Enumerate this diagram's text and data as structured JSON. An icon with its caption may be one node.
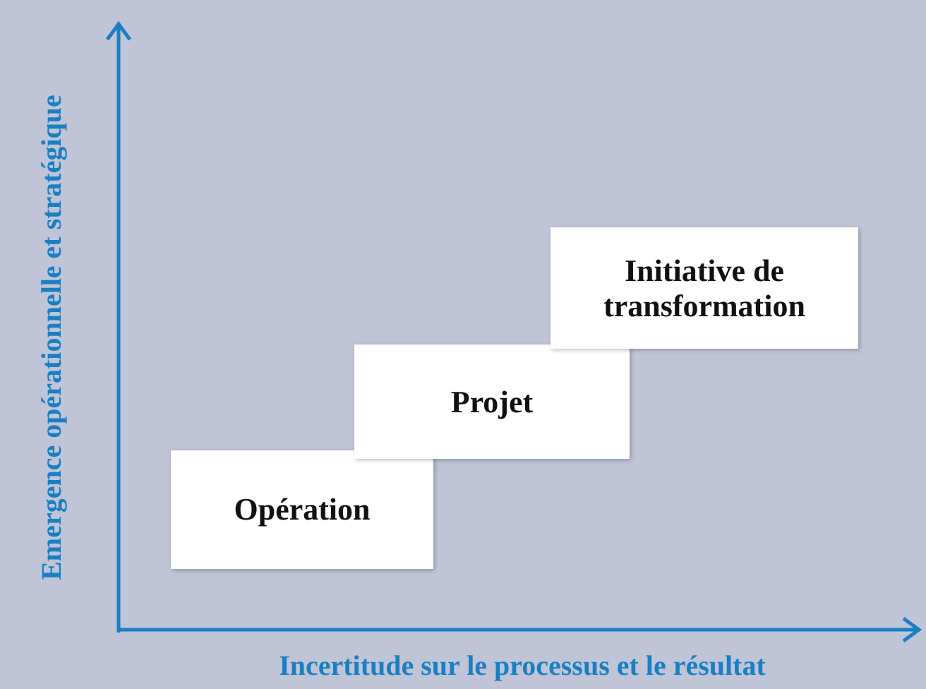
{
  "diagram": {
    "nodes": [
      {
        "text": [
          "Opération"
        ]
      },
      {
        "text": [
          "Projet"
        ]
      },
      {
        "text": [
          "Initiative de transformation"
        ]
      }
    ],
    "labels": [
      "Emergence opérationnelle et stratégique",
      "Incertitude sur le processus et le résultat"
    ]
  }
}
